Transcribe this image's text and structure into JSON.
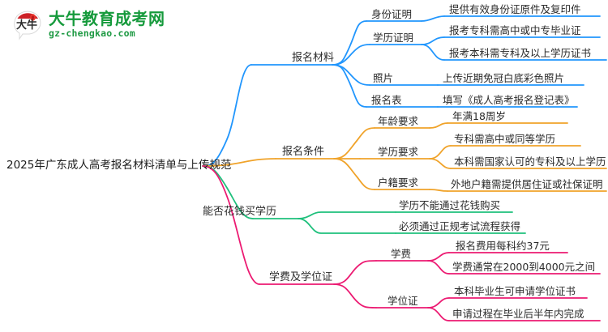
{
  "logo": {
    "badge_icon": "bull-speech-bubble-icon",
    "title": "大牛教育成考网",
    "subtitle": "gz-chengkao.com",
    "title_color": "#169a3c",
    "badge_color": "#cc2026"
  },
  "mindmap": {
    "root": {
      "label": "2025年广东成人高考报名材料清单与上传规范"
    },
    "colors": {
      "branch1": "#2196fd",
      "branch2": "#f0a32a",
      "branch3": "#1fc07c",
      "branch4": "#ec1a72"
    },
    "branches": [
      {
        "label": "报名材料",
        "color": "#2196fd",
        "children": [
          {
            "label": "身份证明",
            "children": [
              {
                "label": "提供有效身份证原件及复印件"
              }
            ]
          },
          {
            "label": "学历证明",
            "children": [
              {
                "label": "报考专科需高中或中专毕业证"
              },
              {
                "label": "报考本科需专科及以上学历证书"
              }
            ]
          },
          {
            "label": "照片",
            "children": [
              {
                "label": "上传近期免冠白底彩色照片"
              }
            ]
          },
          {
            "label": "报名表",
            "children": [
              {
                "label": "填写《成人高考报名登记表》"
              }
            ]
          }
        ]
      },
      {
        "label": "报名条件",
        "color": "#f0a32a",
        "children": [
          {
            "label": "年龄要求",
            "children": [
              {
                "label": "年满18周岁"
              }
            ]
          },
          {
            "label": "学历要求",
            "children": [
              {
                "label": "专科需高中或同等学历"
              },
              {
                "label": "本科需国家认可的专科及以上学历"
              }
            ]
          },
          {
            "label": "户籍要求",
            "children": [
              {
                "label": "外地户籍需提供居住证或社保证明"
              }
            ]
          }
        ]
      },
      {
        "label": "能否花钱买学历",
        "color": "#1fc07c",
        "children": [
          {
            "label": "学历不能通过花钱购买"
          },
          {
            "label": "必须通过正规考试流程获得"
          }
        ]
      },
      {
        "label": "学费及学位证",
        "color": "#ec1a72",
        "children": [
          {
            "label": "学费",
            "children": [
              {
                "label": "报名费用每科约37元"
              },
              {
                "label": "学费通常在2000到4000元之间"
              }
            ]
          },
          {
            "label": "学位证",
            "children": [
              {
                "label": "本科毕业生可申请学位证书"
              },
              {
                "label": "申请过程在毕业后半年内完成"
              }
            ]
          }
        ]
      }
    ]
  }
}
